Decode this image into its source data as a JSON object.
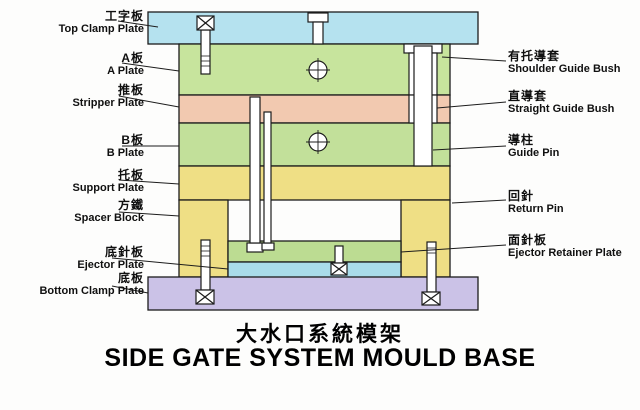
{
  "title": {
    "cn": "大水口系統模架",
    "en": "SIDE GATE SYSTEM MOULD BASE"
  },
  "labels_left": [
    {
      "cn": "工字板",
      "en": "Top Clamp Plate"
    },
    {
      "cn": "A板",
      "en": "A Plate"
    },
    {
      "cn": "推板",
      "en": "Stripper Plate"
    },
    {
      "cn": "B板",
      "en": "B Plate"
    },
    {
      "cn": "托板",
      "en": "Support Plate"
    },
    {
      "cn": "方鐵",
      "en": "Spacer Block"
    },
    {
      "cn": "底針板",
      "en": "Ejector Plate"
    },
    {
      "cn": "底板",
      "en": "Bottom Clamp Plate"
    }
  ],
  "labels_right": [
    {
      "cn": "有托導套",
      "en": "Shoulder Guide Bush"
    },
    {
      "cn": "直導套",
      "en": "Straight Guide Bush"
    },
    {
      "cn": "導柱",
      "en": "Guide Pin"
    },
    {
      "cn": "回針",
      "en": "Return Pin"
    },
    {
      "cn": "面針板",
      "en": "Ejector Retainer Plate"
    }
  ],
  "colors": {
    "top_clamp_plate": "#b5e2ef",
    "a_plate": "#c7e49d",
    "stripper_plate": "#f2c9b0",
    "b_plate": "#c2e09a",
    "support_plate": "#efdf85",
    "spacer_block": "#efdf85",
    "ejector_retainer_plate": "#bcdc92",
    "ejector_plate": "#a9dcea",
    "bottom_clamp_plate": "#cbc2e7",
    "pin": "#ffffff",
    "outline": "#1c1c1c"
  }
}
